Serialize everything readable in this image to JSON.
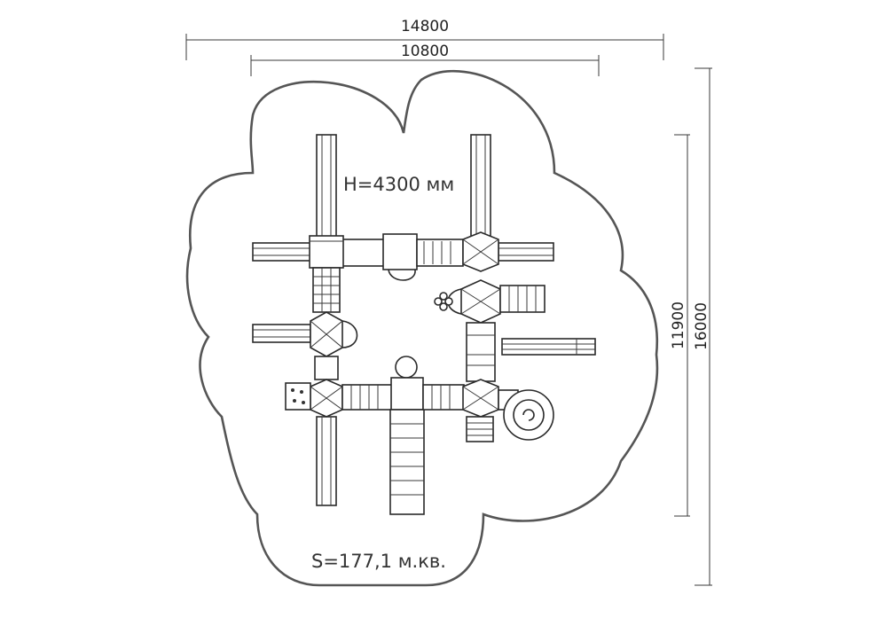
{
  "dimensions": {
    "outer_width": "14800",
    "inner_width": "10800",
    "inner_height": "11900",
    "outer_height": "16000"
  },
  "labels": {
    "height": "H=4300 мм",
    "area": "S=177,1 м.кв."
  }
}
